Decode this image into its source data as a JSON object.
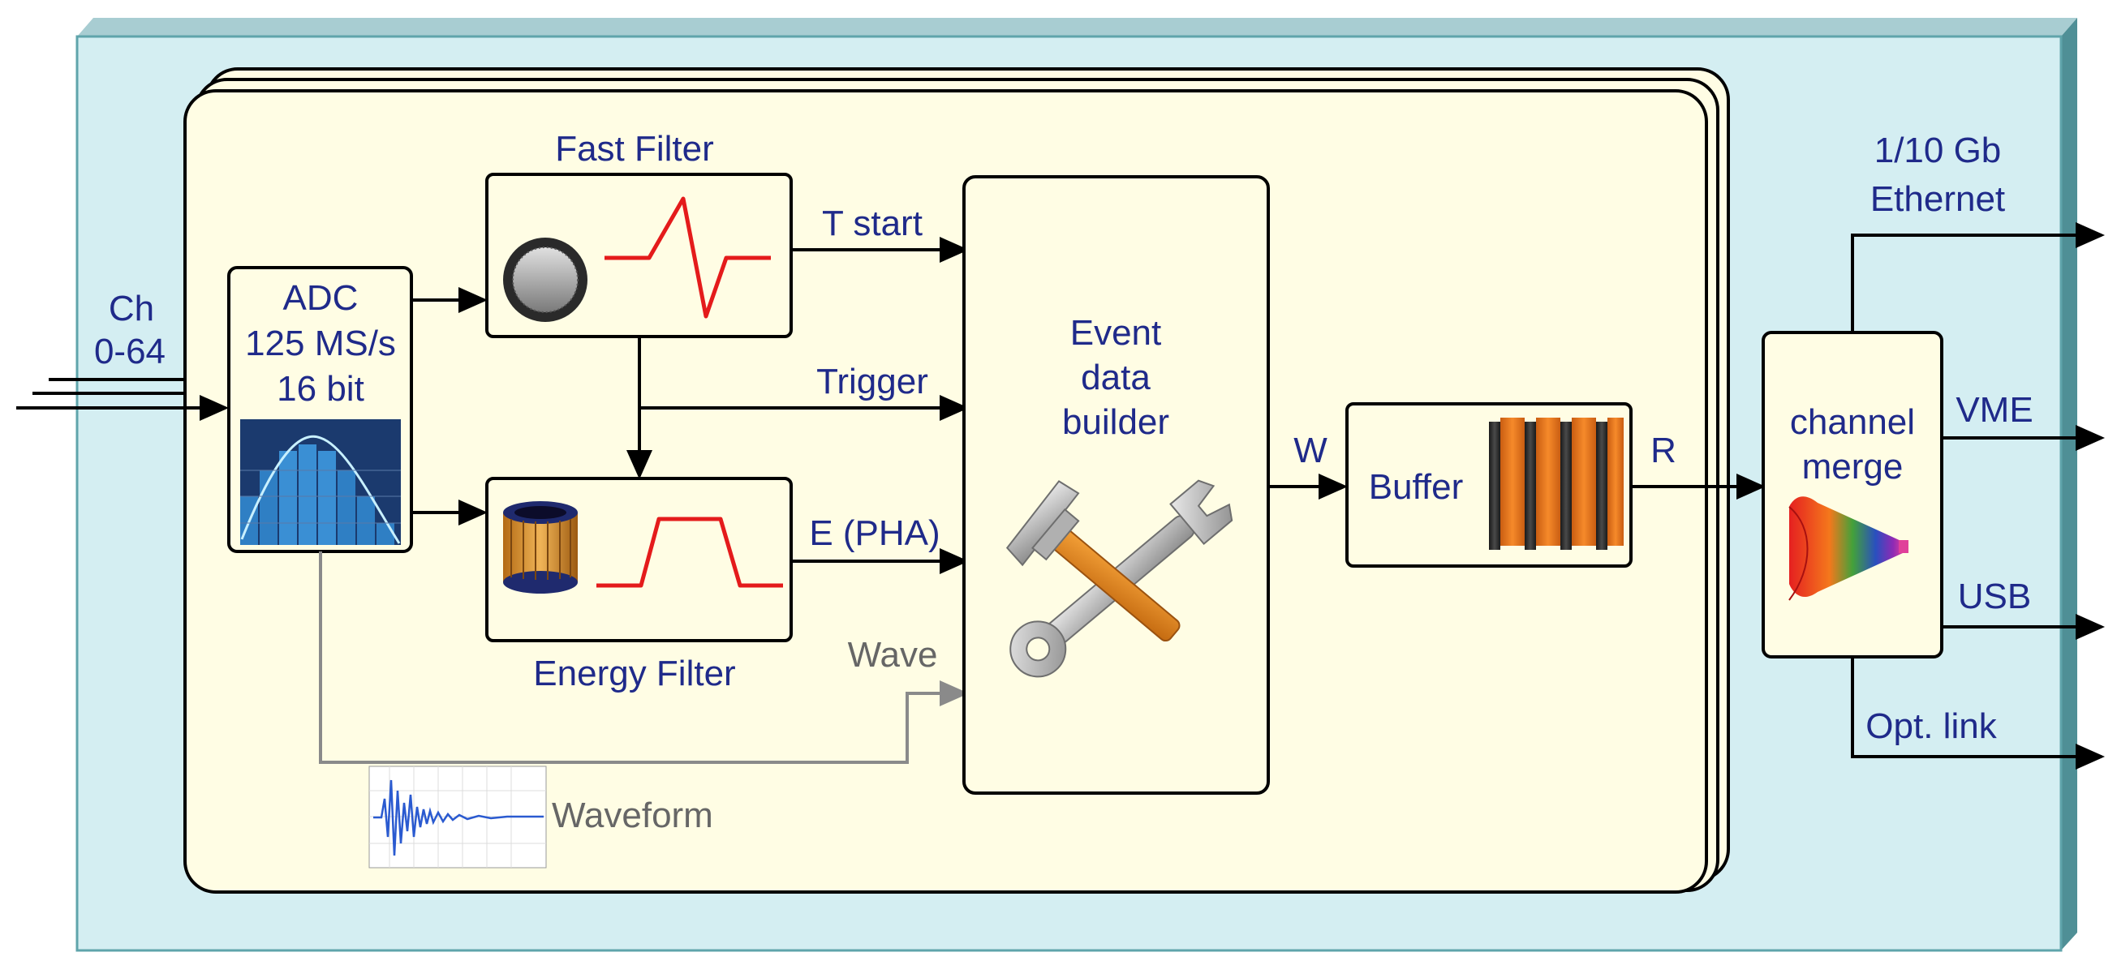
{
  "colors": {
    "outer_panel": "#d4eef2",
    "outer_border": "#5fa4ab",
    "bevel_top": "#a8cdd2",
    "bevel_right": "#4f8f96",
    "inner_card": "#fffde4",
    "label_blue": "#1f2a8a",
    "label_gray": "#666666",
    "signal_red": "#e41b1b"
  },
  "inputs": {
    "channel_label_line1": "Ch",
    "channel_label_line2": "0-64"
  },
  "adc": {
    "line1": "ADC",
    "line2": "125 MS/s",
    "line3": "16 bit"
  },
  "fast_filter": {
    "title": "Fast Filter",
    "output": "T start"
  },
  "energy_filter": {
    "title": "Energy Filter",
    "output": "E (PHA)"
  },
  "trigger_label": "Trigger",
  "wave_label": "Wave",
  "waveform_label": "Waveform",
  "event_builder": {
    "line1": "Event",
    "line2": "data",
    "line3": "builder",
    "icon": "hammer-wrench-icon"
  },
  "buffer": {
    "label": "Buffer",
    "write_label": "W",
    "read_label": "R"
  },
  "channel_merge": {
    "line1": "channel",
    "line2": "merge",
    "icon": "funnel-icon"
  },
  "outputs": {
    "ethernet_line1": "1/10 Gb",
    "ethernet_line2": "Ethernet",
    "vme": "VME",
    "usb": "USB",
    "optical": "Opt. link"
  }
}
